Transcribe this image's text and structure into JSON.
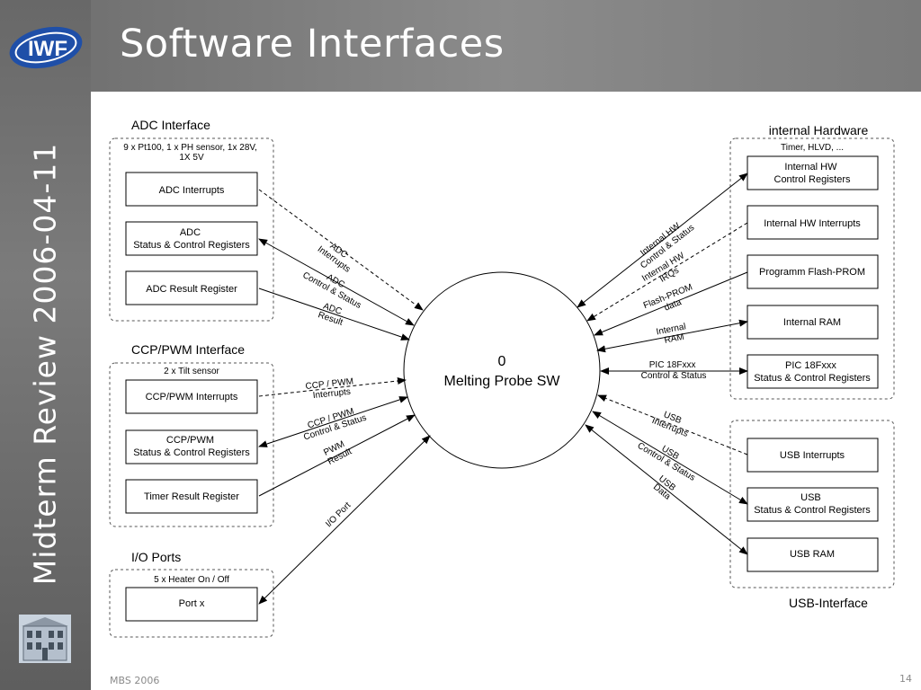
{
  "slide": {
    "title": "Software Interfaces",
    "vertical_title": "Midterm Review 2006-04-11",
    "logo_text": "IWF",
    "footer_left": "MBS 2006",
    "page_number": "14"
  },
  "center": {
    "number": "0",
    "label": "Melting Probe SW"
  },
  "groups": {
    "adc": {
      "title": "ADC Interface",
      "subtitle_lines": [
        "9 x Pt100, 1 x PH sensor, 1x 28V,",
        "1X 5V"
      ]
    },
    "ccp": {
      "title": "CCP/PWM Interface",
      "subtitle": "2 x Tilt sensor"
    },
    "io": {
      "title": "I/O Ports",
      "subtitle": "5 x Heater On / Off"
    },
    "internal": {
      "title": "internal Hardware",
      "subtitle": "Timer, HLVD, ..."
    },
    "usb": {
      "title": "USB-Interface"
    }
  },
  "boxes": {
    "adc_interrupts": [
      "ADC Interrupts"
    ],
    "adc_status": [
      "ADC",
      "Status & Control Registers"
    ],
    "adc_result": [
      "ADC Result Register"
    ],
    "ccp_interrupts": [
      "CCP/PWM Interrupts"
    ],
    "ccp_status": [
      "CCP/PWM",
      "Status & Control Registers"
    ],
    "timer_result": [
      "Timer Result Register"
    ],
    "port_x": [
      "Port x"
    ],
    "internal_hw_control": [
      "Internal HW",
      "Control Registers"
    ],
    "internal_hw_interrupts": [
      "Internal HW Interrupts"
    ],
    "flash_prom": [
      "Programm Flash-PROM"
    ],
    "internal_ram": [
      "Internal RAM"
    ],
    "pic_status": [
      "PIC 18Fxxx",
      "Status & Control Registers"
    ],
    "usb_interrupts": [
      "USB Interrupts"
    ],
    "usb_status": [
      "USB",
      "Status & Control Registers"
    ],
    "usb_ram": [
      "USB RAM"
    ]
  },
  "flows": {
    "adc_interrupts": [
      "ADC",
      "Interrupts"
    ],
    "adc_control": [
      "ADC",
      "Control & Status"
    ],
    "adc_result": [
      "ADC",
      "Result"
    ],
    "ccp_interrupts": [
      "CCP / PWM",
      "Interrupts"
    ],
    "ccp_control": [
      "CCP / PWM",
      "Control & Status"
    ],
    "pwm_result": [
      "PWM",
      "Result"
    ],
    "io_port": [
      "I/O Port"
    ],
    "internal_hw_control": [
      "Internal HW",
      "Control & Status"
    ],
    "internal_hw_irqs": [
      "Internal HW",
      "IRQs"
    ],
    "flash_data": [
      "Flash-PROM",
      "data"
    ],
    "internal_ram": [
      "Internal",
      "RAM"
    ],
    "pic_control": [
      "PIC 18Fxxx",
      "Control & Status"
    ],
    "usb_interrupts": [
      "USB",
      "Interrupts"
    ],
    "usb_control": [
      "USB",
      "Control & Status"
    ],
    "usb_data": [
      "USB",
      "Data"
    ]
  }
}
